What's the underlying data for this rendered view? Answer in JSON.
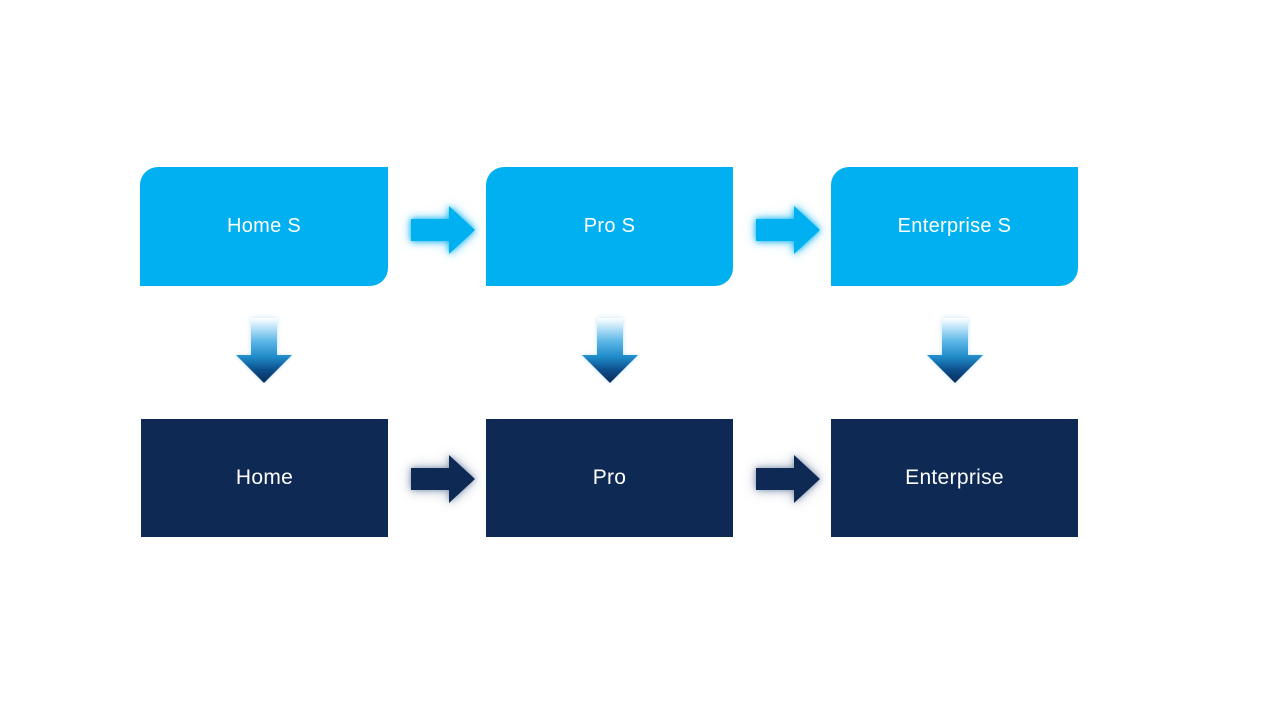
{
  "canvas": {
    "background": "#FFFFFF"
  },
  "colors": {
    "primary_blue": "#00B0F0",
    "dark_navy": "#0E2A54",
    "text": "#FFFFFF",
    "gradient_arrow_top": "#FFFFFF",
    "gradient_arrow_bottom": "#0A2B58",
    "top_arrow_glow": "#00B0F0",
    "bottom_arrow_glow": "#46546E"
  },
  "icons": {
    "horizontal_connector": "right-arrow-icon",
    "vertical_connector": "down-arrow-icon"
  },
  "flow": {
    "top_row": [
      {
        "label": "Home S"
      },
      {
        "label": "Pro S"
      },
      {
        "label": "Enterprise S"
      }
    ],
    "bottom_row": [
      {
        "label": "Home"
      },
      {
        "label": "Pro"
      },
      {
        "label": "Enterprise"
      }
    ]
  }
}
